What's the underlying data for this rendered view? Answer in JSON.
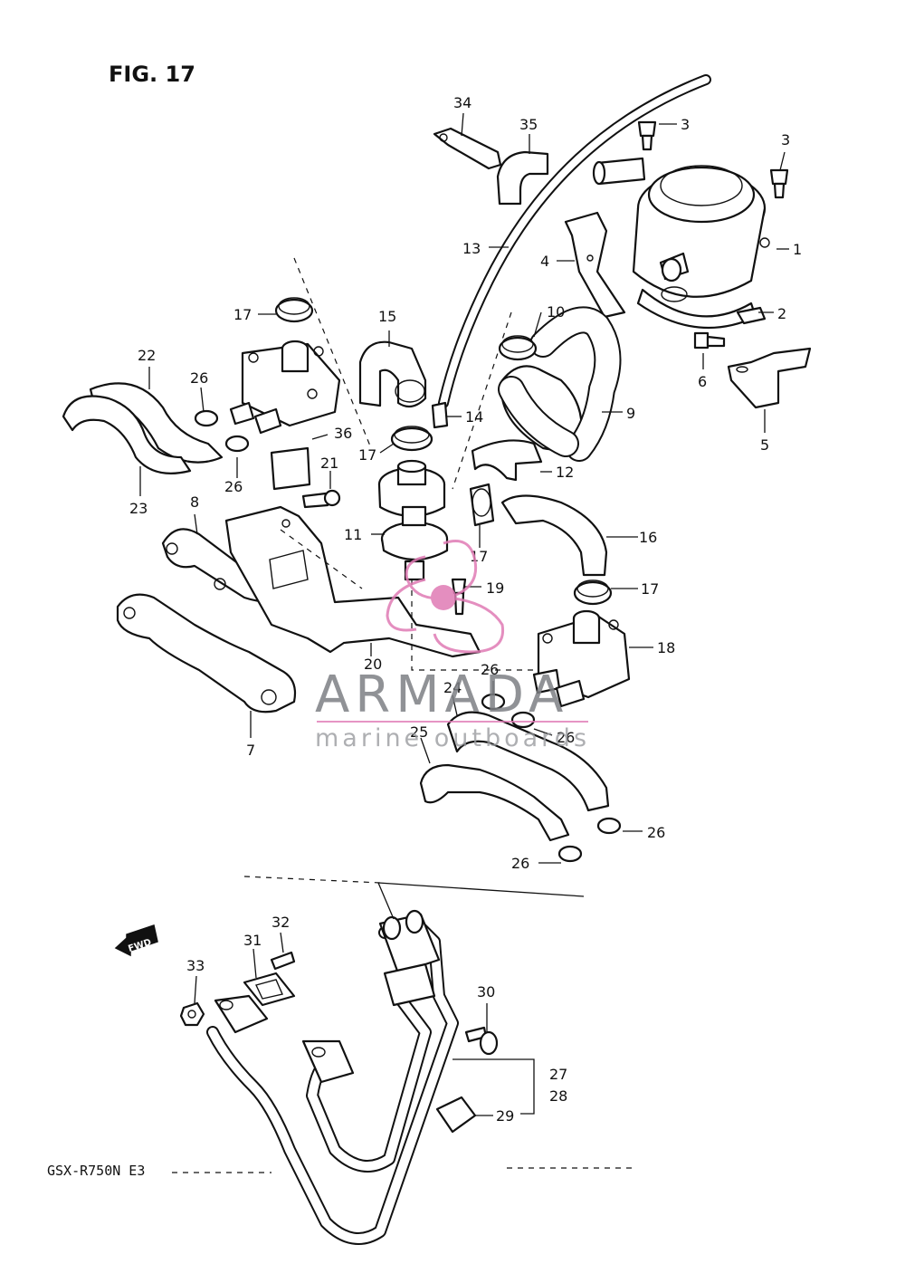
{
  "figure": {
    "title": "FIG. 17",
    "model": "GSX-R750N E3",
    "direction_tag": "FWD"
  },
  "callouts": [
    "1",
    "2",
    "3",
    "3",
    "4",
    "5",
    "6",
    "7",
    "8",
    "9",
    "10",
    "11",
    "12",
    "13",
    "14",
    "15",
    "16",
    "17",
    "17",
    "17",
    "17",
    "17",
    "18",
    "19",
    "20",
    "21",
    "22",
    "23",
    "24",
    "25",
    "26",
    "26",
    "26",
    "26",
    "26",
    "26",
    "27",
    "28",
    "29",
    "30",
    "31",
    "32",
    "33",
    "34",
    "35",
    "36"
  ],
  "watermark": {
    "brand": "ARMADA",
    "tagline": "marine outboards",
    "color": "#e07bb5"
  }
}
